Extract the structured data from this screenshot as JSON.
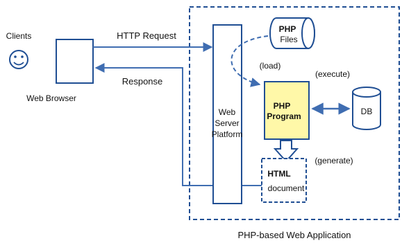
{
  "diagram": {
    "container_label": "PHP-based Web Application",
    "clients_label": "Clients",
    "web_browser_label": "Web Browser",
    "http_request_label": "HTTP Request",
    "response_label": "Response",
    "web_server": {
      "line1": "Web",
      "line2": "Server",
      "line3": "Platform"
    },
    "php_files": {
      "line1": "PHP",
      "line2": "Files"
    },
    "load_label": "(load)",
    "execute_label": "(execute)",
    "php_program": {
      "line1": "PHP",
      "line2": "Program"
    },
    "db_label": "DB",
    "generate_label": "(generate)",
    "html_document": {
      "line1": "HTML",
      "line2": "document"
    }
  },
  "colors": {
    "line_blue": "#3f6db1",
    "box_blue": "#1f4e93",
    "program_fill": "#fff8a8",
    "program_stroke": "#1f4e93"
  }
}
